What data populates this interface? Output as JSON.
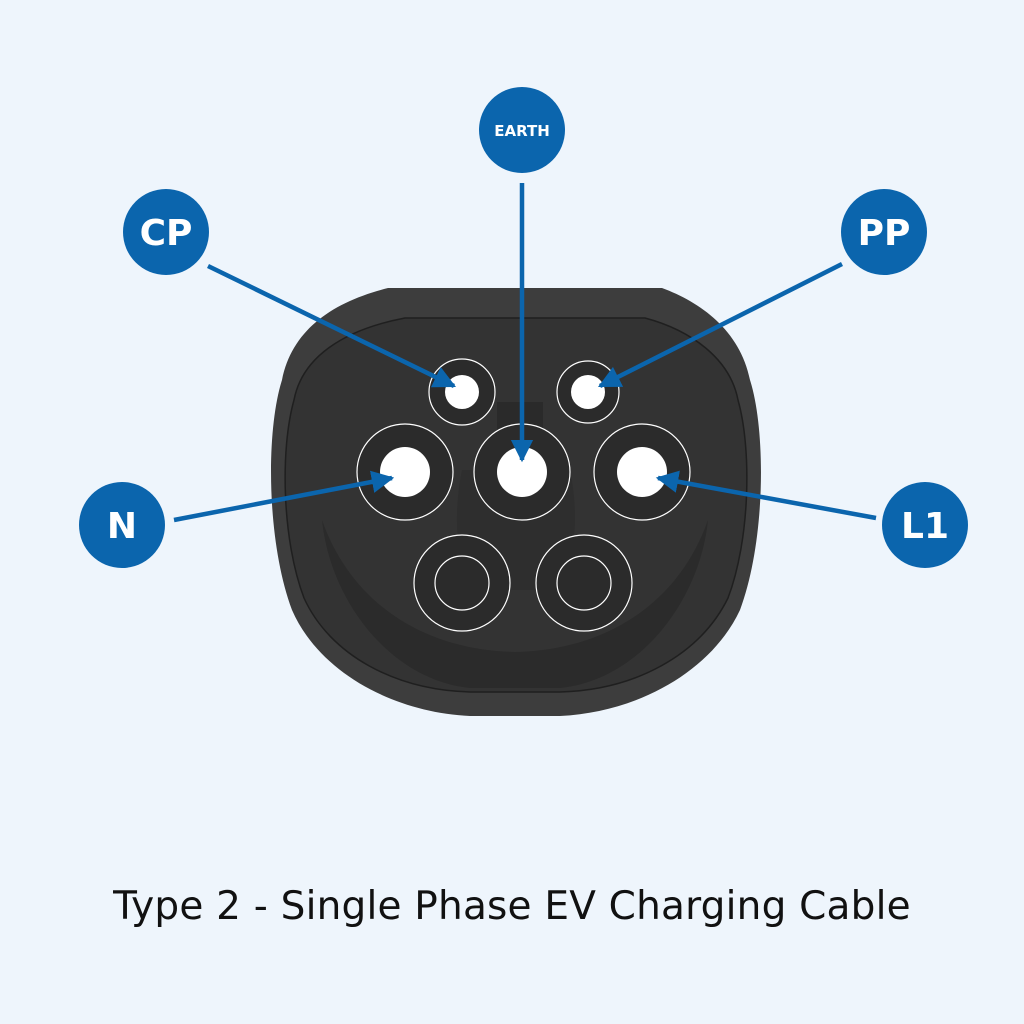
{
  "caption": "Type 2 - Single Phase EV Charging Cable",
  "colors": {
    "background": "#eef5fc",
    "plug_body": "#3d3d3d",
    "plug_face": "#2f2f2f",
    "label_fill": "#0b65ad",
    "arrow": "#0b65ad",
    "pin_contact": "#ffffff"
  },
  "labels": {
    "earth": "EARTH",
    "cp": "CP",
    "pp": "PP",
    "n": "N",
    "l1": "L1"
  }
}
